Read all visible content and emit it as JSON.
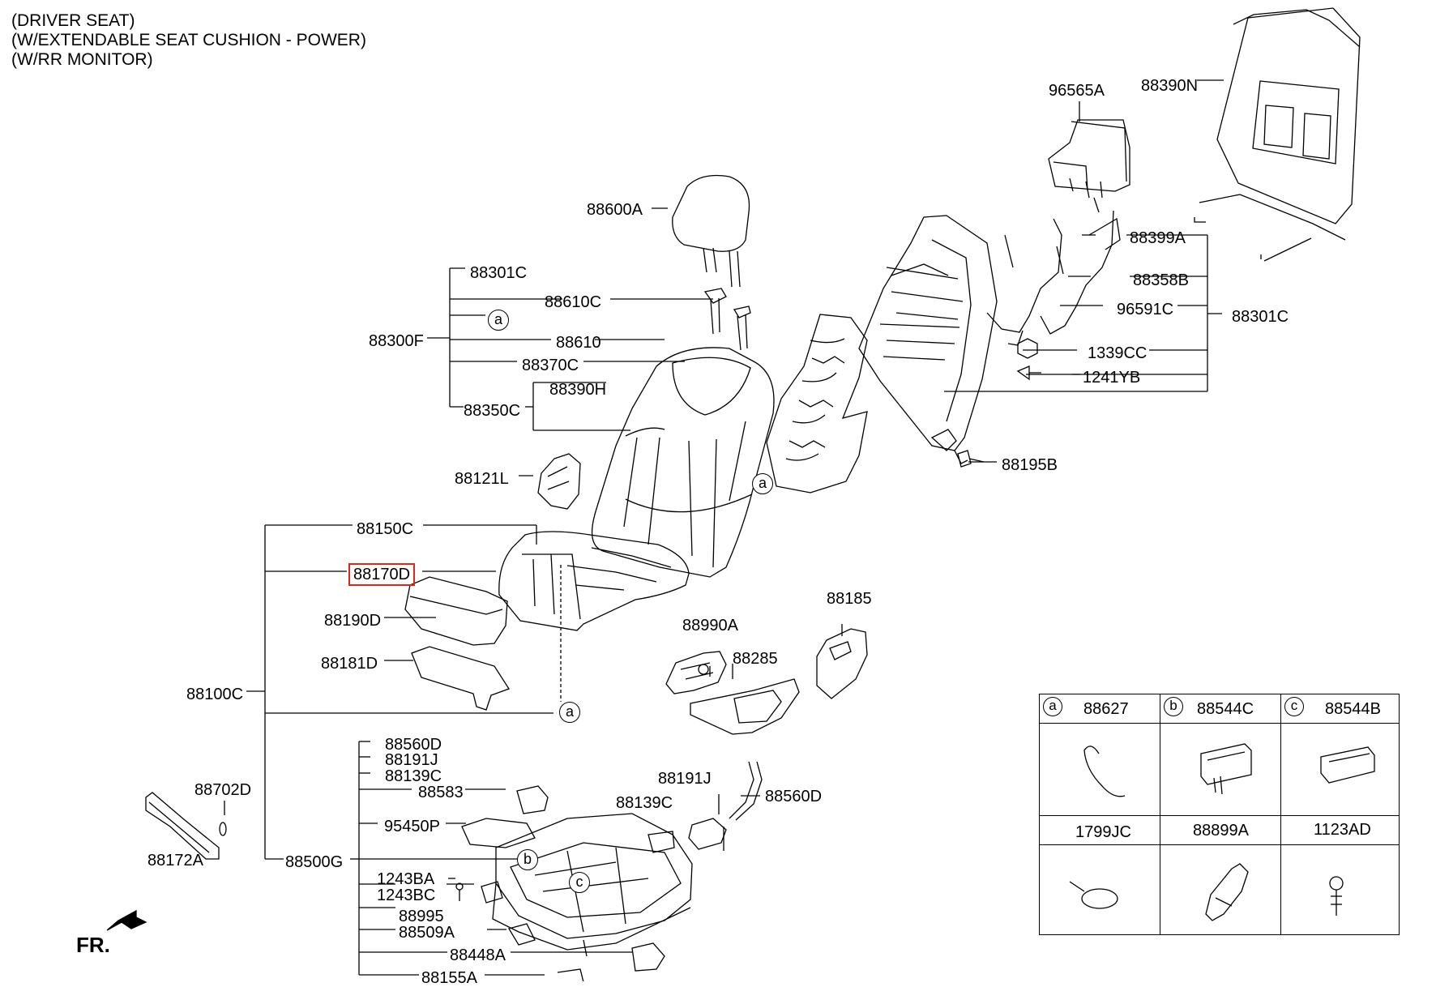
{
  "header": {
    "line1": "(DRIVER SEAT)",
    "line2": "(W/EXTENDABLE SEAT CUSHION - POWER)",
    "line3": "(W/RR MONITOR)"
  },
  "parts": {
    "p96565A": "96565A",
    "p88390N": "88390N",
    "p88600A": "88600A",
    "p88301C_l": "88301C",
    "p88610C": "88610C",
    "p88300F": "88300F",
    "p88610": "88610",
    "p88370C": "88370C",
    "p88390H": "88390H",
    "p88350C": "88350C",
    "p88399A": "88399A",
    "p88358B": "88358B",
    "p96591C": "96591C",
    "p88301C_r": "88301C",
    "p1339CC": "1339CC",
    "p1241YB": "1241YB",
    "p88195B": "88195B",
    "p88121L": "88121L",
    "p88150C": "88150C",
    "p88170D": "88170D",
    "p88190D": "88190D",
    "p88181D": "88181D",
    "p88100C": "88100C",
    "p88185": "88185",
    "p88990A": "88990A",
    "p88285": "88285",
    "p88560D_a": "88560D",
    "p88191J_a": "88191J",
    "p88139C_a": "88139C",
    "p88583": "88583",
    "p95450P": "95450P",
    "p88500G": "88500G",
    "p1243BA": "1243BA",
    "p1243BC": "1243BC",
    "p88995": "88995",
    "p88509A": "88509A",
    "p88448A": "88448A",
    "p88155A": "88155A",
    "p88191J_b": "88191J",
    "p88139C_b": "88139C",
    "p88560D_b": "88560D",
    "p88702D": "88702D",
    "p88172A": "88172A"
  },
  "callouts": {
    "a": "a",
    "b": "b",
    "c": "c"
  },
  "fr_label": "FR.",
  "legend": [
    {
      "letter": "a",
      "part": "88627"
    },
    {
      "letter": "b",
      "part": "88544C"
    },
    {
      "letter": "c",
      "part": "88544B"
    },
    {
      "letter": "",
      "part": "1799JC"
    },
    {
      "letter": "",
      "part": "88899A"
    },
    {
      "letter": "",
      "part": "1123AD"
    }
  ]
}
